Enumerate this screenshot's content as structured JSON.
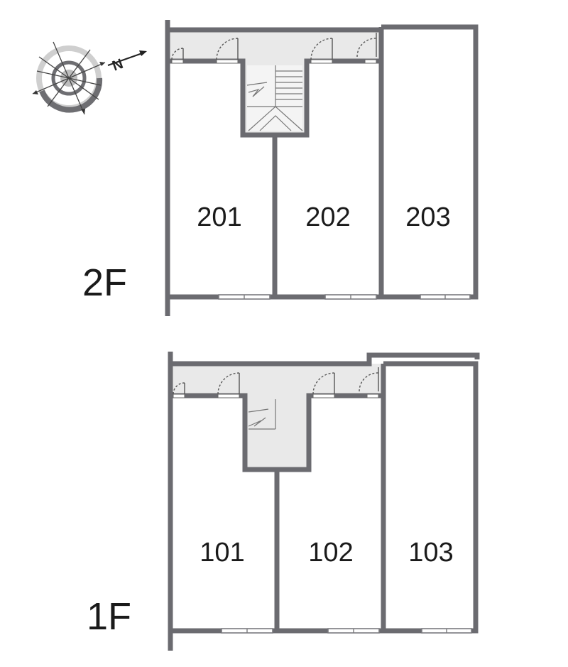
{
  "compass": {
    "label": "N",
    "icon": "compass-icon"
  },
  "floors": [
    {
      "label": "2F",
      "units": [
        "201",
        "202",
        "203"
      ]
    },
    {
      "label": "1F",
      "units": [
        "101",
        "102",
        "103"
      ]
    }
  ],
  "colors": {
    "wall": "#6b6b70",
    "corridor": "#e9e9e9",
    "text": "#1a1a1a"
  }
}
